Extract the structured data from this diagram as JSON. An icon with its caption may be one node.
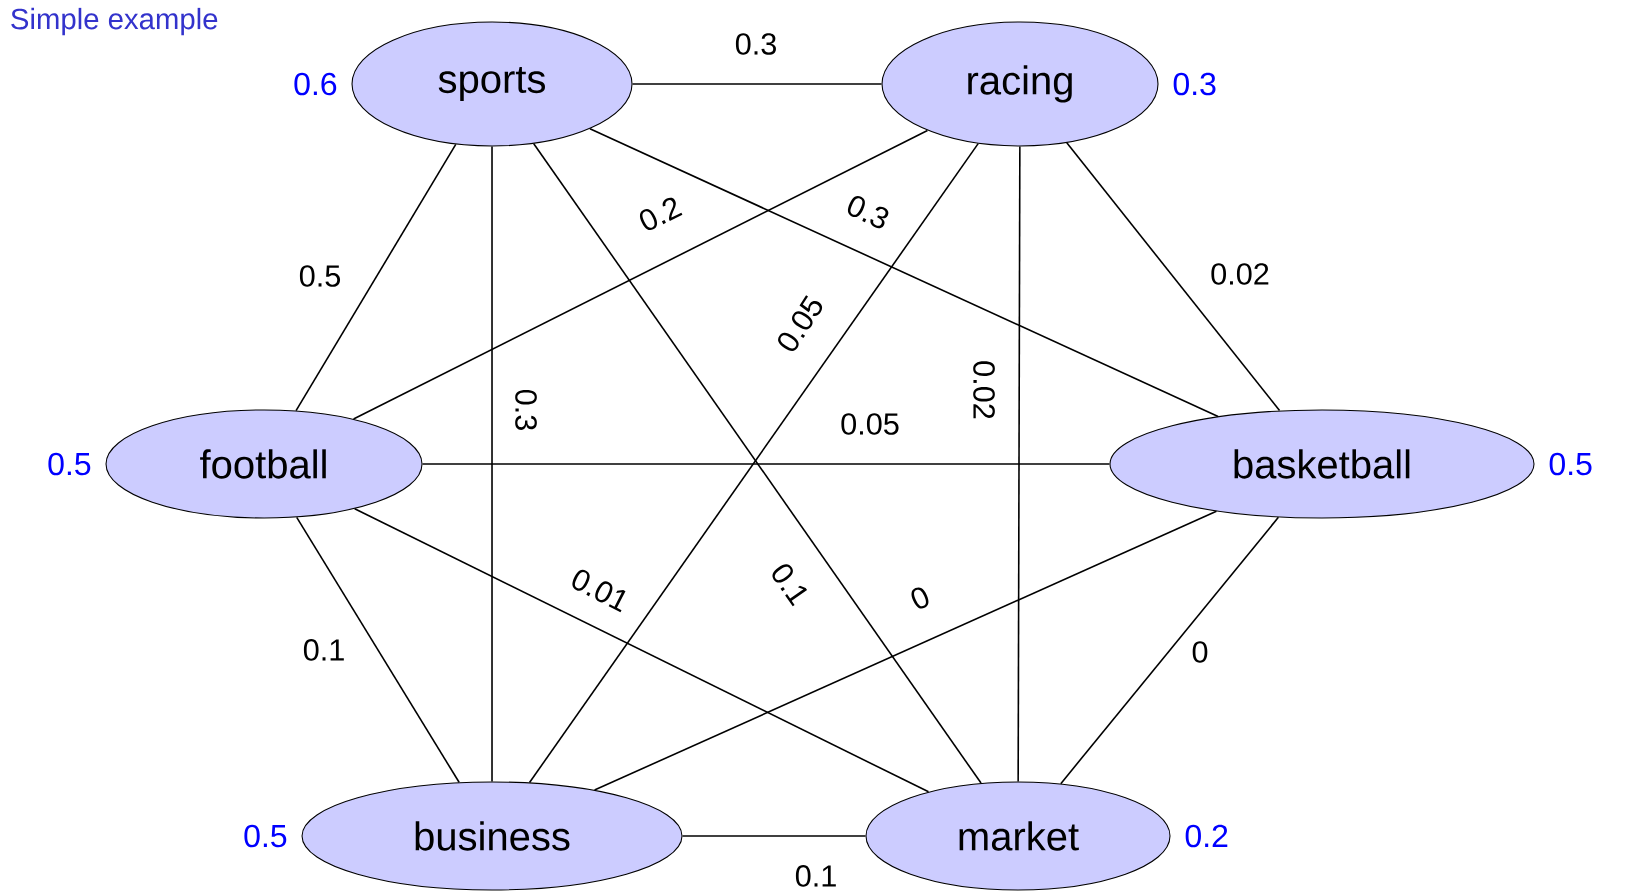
{
  "diagram": {
    "title": "Simple example",
    "nodes": [
      {
        "text": [
          "sports"
        ],
        "beside": [
          "0.6"
        ]
      },
      {
        "text": [
          "racing"
        ],
        "beside": [
          "0.3"
        ]
      },
      {
        "text": [
          "football"
        ],
        "beside": [
          "0.5"
        ]
      },
      {
        "text": [
          "basketball"
        ],
        "beside": [
          "0.5"
        ]
      },
      {
        "text": [
          "business"
        ],
        "beside": [
          "0.5"
        ]
      },
      {
        "text": [
          "market"
        ],
        "beside": [
          "0.2"
        ]
      }
    ],
    "edges": [
      {
        "from": 0,
        "to": 1,
        "arrow": "none",
        "label": "0.3"
      },
      {
        "from": 0,
        "to": 2,
        "arrow": "none",
        "label": "0.5"
      },
      {
        "from": 0,
        "to": 4,
        "arrow": "none",
        "label": "0.3"
      },
      {
        "from": 0,
        "to": 5,
        "arrow": "none",
        "label": "0.1"
      },
      {
        "from": 0,
        "to": 3,
        "arrow": "none",
        "label": "0.3"
      },
      {
        "from": 1,
        "to": 2,
        "arrow": "none",
        "label": "0.2"
      },
      {
        "from": 1,
        "to": 4,
        "arrow": "none",
        "label": "0.05"
      },
      {
        "from": 1,
        "to": 5,
        "arrow": "none",
        "label": "0.02"
      },
      {
        "from": 1,
        "to": 3,
        "arrow": "none",
        "label": "0.02"
      },
      {
        "from": 2,
        "to": 3,
        "arrow": "none",
        "label": "0.05"
      },
      {
        "from": 2,
        "to": 5,
        "arrow": "none",
        "label": "0.01"
      },
      {
        "from": 2,
        "to": 4,
        "arrow": "none",
        "label": "0.1"
      },
      {
        "from": 3,
        "to": 4,
        "arrow": "none",
        "label": "0"
      },
      {
        "from": 3,
        "to": 5,
        "arrow": "none",
        "label": "0"
      },
      {
        "from": 4,
        "to": 5,
        "arrow": "none",
        "label": "0.1"
      }
    ]
  }
}
